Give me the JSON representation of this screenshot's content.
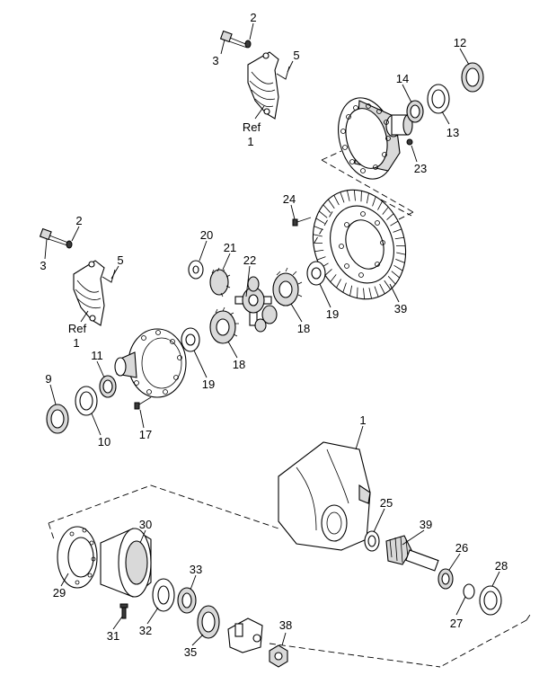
{
  "callouts": {
    "c2a": "2",
    "c3a": "3",
    "c5a": "5",
    "refa": "Ref",
    "refa_num": "1",
    "c12": "12",
    "c14": "14",
    "c13": "13",
    "c23": "23",
    "c24": "24",
    "c2b": "2",
    "c3b": "3",
    "c5b": "5",
    "refb": "Ref",
    "refb_num": "1",
    "c20": "20",
    "c21": "21",
    "c22": "22",
    "c18a": "18",
    "c19a": "19",
    "c39a": "39",
    "c11": "11",
    "c9": "9",
    "c10": "10",
    "c19b": "19",
    "c18b": "18",
    "c17": "17",
    "c1": "1",
    "c25": "25",
    "c39b": "39",
    "c26": "26",
    "c28": "28",
    "c27": "27",
    "c30": "30",
    "c29": "29",
    "c33": "33",
    "c32": "32",
    "c31": "31",
    "c35": "35",
    "c38": "38"
  }
}
